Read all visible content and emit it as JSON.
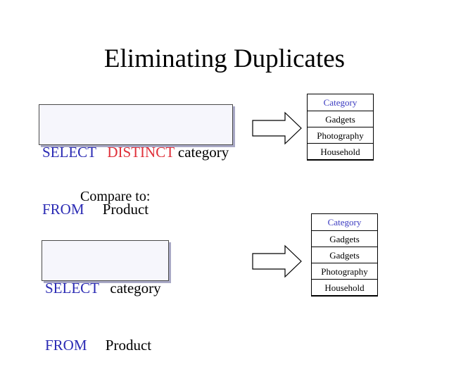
{
  "title": "Eliminating Duplicates",
  "query1": {
    "select_kw": "SELECT",
    "distinct_kw": "DISTINCT",
    "column": "category",
    "from_kw": "FROM",
    "table": "Product"
  },
  "result1": {
    "header": "Category",
    "rows": [
      "Gadgets",
      "Photography",
      "Household"
    ]
  },
  "compare_text": "Compare to:",
  "query2": {
    "select_kw": "SELECT",
    "column": "category",
    "from_kw": "FROM",
    "table": "Product"
  },
  "result2": {
    "header": "Category",
    "rows": [
      "Gadgets",
      "Gadgets",
      "Photography",
      "Household"
    ]
  },
  "colors": {
    "keyword": "#2b2bb4",
    "distinct": "#e0303a",
    "header": "#3a3ac0"
  }
}
